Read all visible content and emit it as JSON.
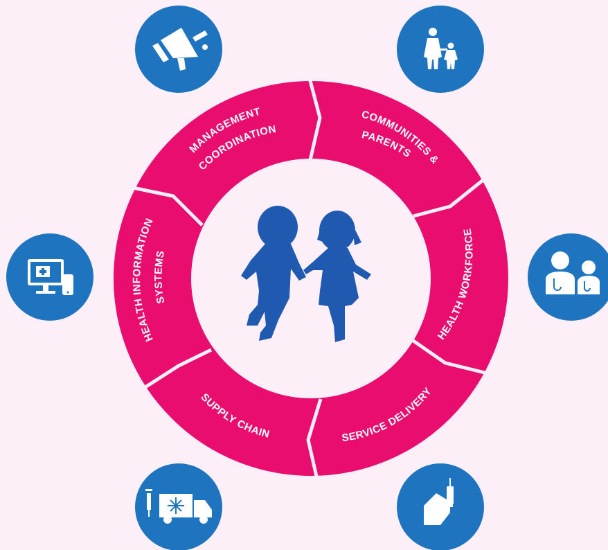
{
  "colors": {
    "background": "#fdeff7",
    "ring": "#e90d6f",
    "icon_circle": "#1f74bf",
    "children": "#2059b0"
  },
  "segments": [
    {
      "id": "management",
      "lines": [
        "MANAGEMENT",
        "COORDINATION"
      ]
    },
    {
      "id": "communities",
      "lines": [
        "COMMUNITIES &",
        "PARENTS"
      ]
    },
    {
      "id": "workforce",
      "lines": [
        "HEALTH WORKFORCE"
      ]
    },
    {
      "id": "service",
      "lines": [
        "SERVICE DELIVERY"
      ]
    },
    {
      "id": "supply",
      "lines": [
        "SUPPLY CHAIN"
      ]
    },
    {
      "id": "his",
      "lines": [
        "HEALTH INFORMATION",
        "SYSTEMS"
      ]
    }
  ],
  "icons": [
    {
      "id": "megaphone",
      "icon": "megaphone-icon"
    },
    {
      "id": "family",
      "icon": "parent-child-icon"
    },
    {
      "id": "doctors",
      "icon": "health-workers-icon"
    },
    {
      "id": "vaccine",
      "icon": "vaccine-syringe-icon"
    },
    {
      "id": "truck",
      "icon": "cold-chain-truck-icon"
    },
    {
      "id": "computer",
      "icon": "computer-devices-icon"
    }
  ],
  "center": {
    "icon": "children-running-icon"
  }
}
